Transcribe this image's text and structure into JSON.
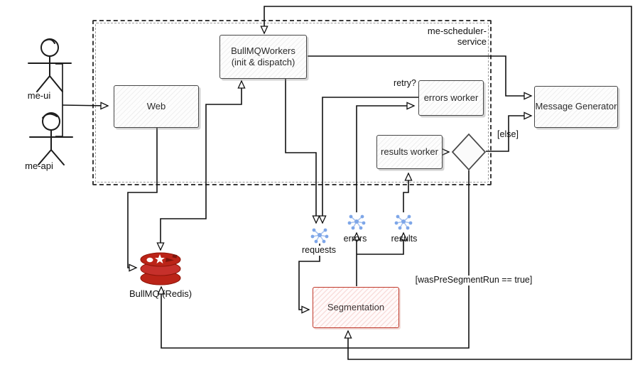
{
  "diagram": {
    "title_container": "me-scheduler-service",
    "actors": [
      {
        "label": "me-ui"
      },
      {
        "label": "me-api"
      }
    ],
    "nodes": {
      "web": "Web",
      "bullmq_workers_line1": "BullMQWorkers",
      "bullmq_workers_line2": "(init & dispatch)",
      "errors_worker": "errors worker",
      "results_worker": "results worker",
      "message_generator": "Message Generator",
      "segmentation": "Segmentation",
      "redis_label": "BullMQ (Redis)"
    },
    "queues": [
      {
        "label": "requests"
      },
      {
        "label": "errors"
      },
      {
        "label": "results"
      }
    ],
    "edge_labels": {
      "retry": "retry?",
      "else_branch": "[else]",
      "guard": "[wasPreSegmentRun == true]"
    },
    "colors": {
      "node_border": "#474747",
      "segmentation_red": "#c0392b",
      "queue_blue": "#7ea6e8",
      "redis_red": "#bb2418",
      "edge": "#111111"
    }
  }
}
